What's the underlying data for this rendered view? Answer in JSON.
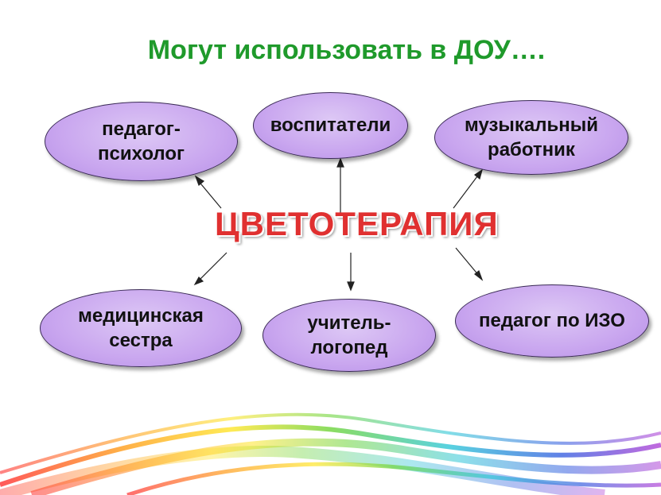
{
  "title": "Могут использовать в ДОУ….",
  "center": "ЦВЕТОТЕРАПИЯ",
  "nodes": {
    "psychologist": "педагог-\nпсихолог",
    "educators": "воспитатели",
    "music": "музыкальный\nработник",
    "nurse": "медицинская\nсестра",
    "speech": "учитель-\nлогопед",
    "art": "педагог по ИЗО"
  },
  "colors": {
    "title": "#1f9a2b",
    "center": "#e03030",
    "node_fill": "#c9a6ef"
  }
}
